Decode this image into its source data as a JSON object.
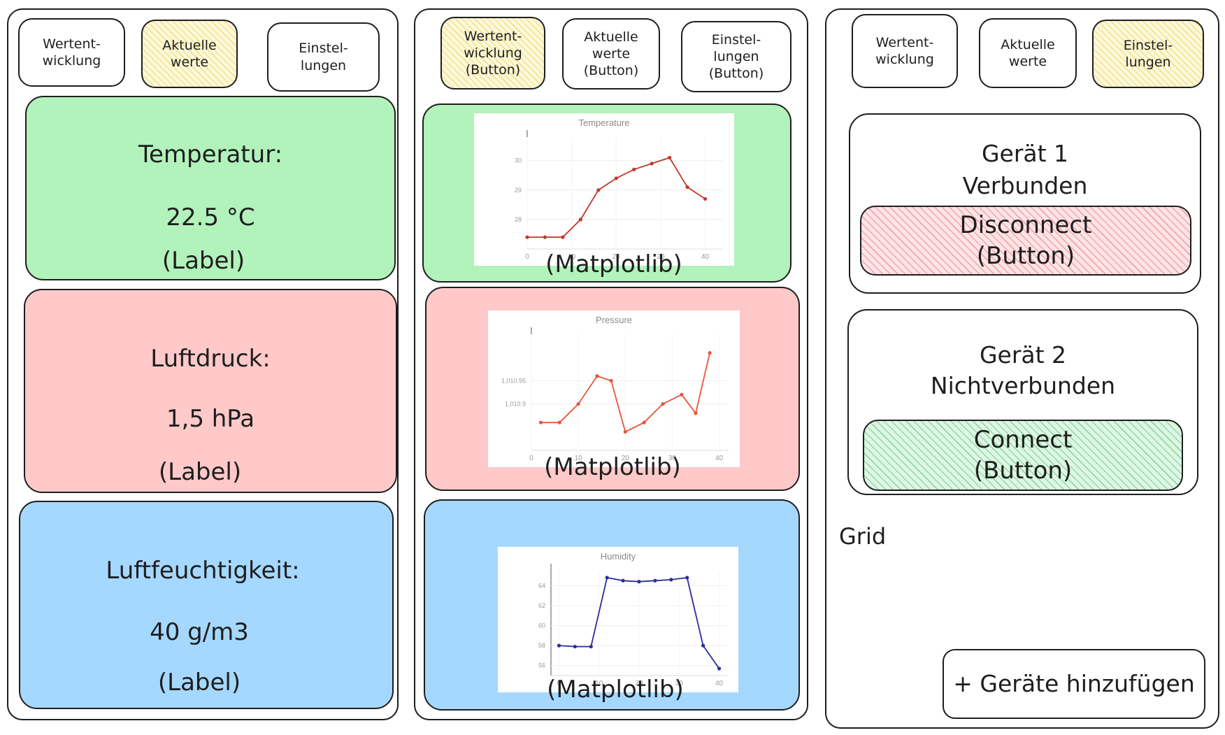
{
  "left": {
    "nav": [
      "Werte­nt-\nwicklung",
      "Aktuelle\nwerte",
      "Einstel-\nlungen"
    ],
    "temperature": {
      "title": "Temperatur:",
      "value": "22.5 °C",
      "note": "(Label)"
    },
    "pressure": {
      "title": "Luftdruck:",
      "value": "1,5 hPa",
      "note": "(Label)"
    },
    "humidity": {
      "title": "Luftfeuchtigkeit:",
      "value": "40 g/m3",
      "note": "(Label)"
    }
  },
  "middle": {
    "nav": [
      "Wertent-\nwicklung\n(Button)",
      "Aktuelle\nwerte\n(Button)",
      "Einstel-\nlungen\n(Button)"
    ],
    "plot_note": "(Matplotlib)"
  },
  "right": {
    "nav": [
      "Wertent-\nwicklung",
      "Aktuelle\nwerte",
      "Einstel-\nlungen"
    ],
    "device1": {
      "name": "Gerät 1",
      "status": "Verbunden",
      "button": "Disconnect\n(Button)"
    },
    "device2": {
      "name": "Gerät 2",
      "status": "Nichtverbunden",
      "button": "Connect\n(Button)"
    },
    "grid_label": "Grid",
    "add_button": "+ Geräte hinzufügen"
  },
  "colors": {
    "temperature": "#c0392b",
    "pressure": "#e8553a",
    "humidity": "#2c2c9e",
    "green": "#b2f2bb",
    "red": "#ffc9c9",
    "blue": "#a5d8ff"
  },
  "chart_data": [
    {
      "type": "line",
      "title": "Temperature",
      "x": [
        0,
        4,
        8,
        12,
        16,
        20,
        24,
        28,
        32,
        36,
        40
      ],
      "values": [
        27.4,
        27.4,
        27.4,
        28.0,
        29.0,
        29.4,
        29.7,
        29.9,
        30.1,
        29.1,
        28.7
      ],
      "xticks": [
        "0",
        "10",
        "20",
        "30",
        "40"
      ],
      "yticks": [
        "28",
        "29",
        "30"
      ],
      "ylim": [
        27,
        30.8
      ],
      "xlim": [
        0,
        44
      ]
    },
    {
      "type": "line",
      "title": "Pressure",
      "x": [
        2,
        6,
        10,
        14,
        17,
        20,
        24,
        28,
        32,
        35,
        38
      ],
      "values": [
        1010.86,
        1010.86,
        1010.9,
        1010.96,
        1010.95,
        1010.84,
        1010.86,
        1010.9,
        1010.92,
        1010.88,
        1011.01
      ],
      "xticks": [
        "0",
        "10",
        "20",
        "30",
        "40"
      ],
      "yticks": [
        "1,010.95",
        "1,010.9"
      ],
      "ylim": [
        1010.8,
        1011.05
      ],
      "xlim": [
        0,
        42
      ]
    },
    {
      "type": "line",
      "title": "Humidity",
      "x": [
        0,
        4,
        8,
        12,
        16,
        20,
        24,
        28,
        32,
        36,
        40
      ],
      "values": [
        58.0,
        57.9,
        57.9,
        64.8,
        64.5,
        64.4,
        64.5,
        64.6,
        64.8,
        58.0,
        55.7
      ],
      "xticks": [
        "0",
        "10",
        "20",
        "30",
        "40"
      ],
      "yticks": [
        "56",
        "58",
        "60",
        "62",
        "64"
      ],
      "ylim": [
        55,
        65.5
      ],
      "xlim": [
        -2,
        42
      ]
    }
  ]
}
